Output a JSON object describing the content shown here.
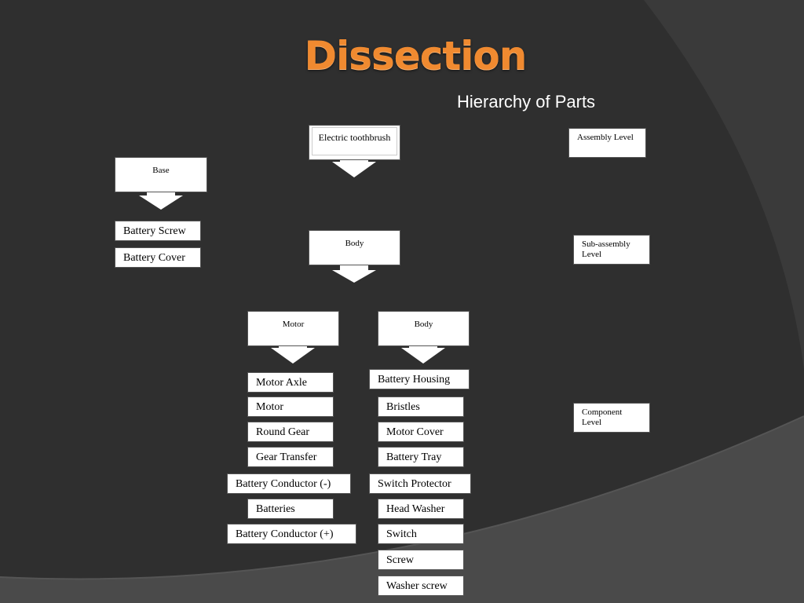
{
  "title": "Dissection",
  "subtitle": "Hierarchy of Parts",
  "levels": {
    "assembly": "Assembly Level",
    "subassembly": "Sub-assembly Level",
    "component": "Component Level"
  },
  "nodes": {
    "electric_toothbrush": "Electric toothbrush",
    "base": "Base",
    "body": "Body",
    "motor": "Motor",
    "body_sub": "Body"
  },
  "base_parts": [
    "Battery Screw",
    "Battery Cover"
  ],
  "motor_parts": [
    "Motor Axle",
    "Motor",
    "Round Gear",
    "Gear Transfer",
    "Battery Conductor (-)",
    "Batteries",
    "Battery Conductor (+)"
  ],
  "body_parts": [
    "Battery Housing",
    "Bristles",
    "Motor Cover",
    "Battery Tray",
    "Switch Protector",
    "Head Washer",
    "Switch",
    "Screw",
    "Washer screw"
  ],
  "colors": {
    "background": "#2f2f2f",
    "title": "#f08a30",
    "curve": "#4a4a4a"
  }
}
